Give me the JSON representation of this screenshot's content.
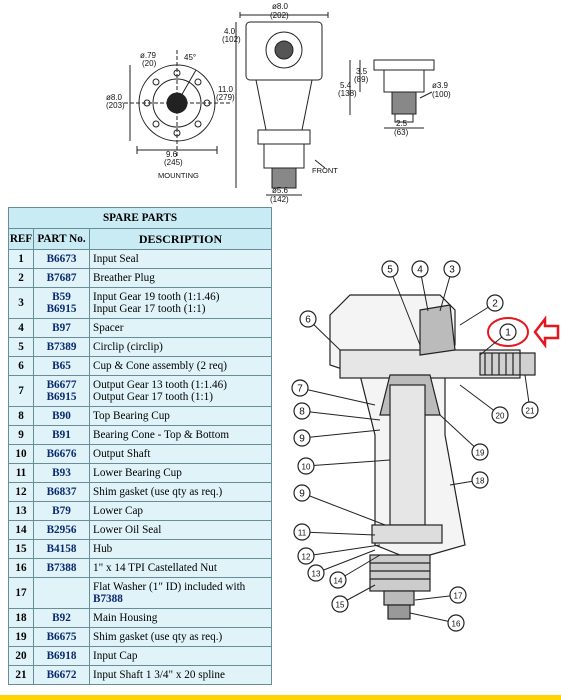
{
  "drawing_top": {
    "dims": {
      "d1": "ø8.0",
      "d1b": "(202)",
      "d2": "4.0",
      "d2b": "(102)",
      "d3": "ø.79",
      "d3b": "(20)",
      "d4": "45°",
      "d5": "ø8.0",
      "d5b": "(203)",
      "d6": "9.6",
      "d6b": "(245)",
      "d7": "11.0",
      "d7b": "(279)",
      "d8": "ø5.6",
      "d8b": "(142)",
      "d9": "3.5",
      "d9b": "(89)",
      "d10": "5.4",
      "d10b": "(138)",
      "d11": "ø3.9",
      "d11b": "(100)",
      "d12": "2.5",
      "d12b": "(63)"
    },
    "mounting_label": "MOUNTING",
    "front_label": "FRONT"
  },
  "table": {
    "title": "SPARE PARTS",
    "headers": {
      "ref": "REF",
      "part": "PART No.",
      "description": "DESCRIPTION"
    },
    "rows": [
      {
        "ref": "1",
        "part": "B6673",
        "desc": "Input Seal"
      },
      {
        "ref": "2",
        "part": "B7687",
        "desc": "Breather Plug"
      },
      {
        "ref": "3",
        "part": "B59",
        "part2": "B6915",
        "desc": "Input Gear 19 tooth (1:1.46)",
        "desc2": "Input Gear 17 tooth (1:1)"
      },
      {
        "ref": "4",
        "part": "B97",
        "desc": "Spacer"
      },
      {
        "ref": "5",
        "part": "B7389",
        "desc": "Circlip (circlip)"
      },
      {
        "ref": "6",
        "part": "B65",
        "desc": "Cup & Cone assembly (2 req)"
      },
      {
        "ref": "7",
        "part": "B6677",
        "part2": "B6915",
        "desc": "Output Gear 13 tooth (1:1.46)",
        "desc2": "Output Gear 17 tooth (1:1)"
      },
      {
        "ref": "8",
        "part": "B90",
        "desc": "Top Bearing Cup"
      },
      {
        "ref": "9",
        "part": "B91",
        "desc": "Bearing Cone - Top & Bottom"
      },
      {
        "ref": "10",
        "part": "B6676",
        "desc": "Output Shaft"
      },
      {
        "ref": "11",
        "part": "B93",
        "desc": "Lower Bearing Cup"
      },
      {
        "ref": "12",
        "part": "B6837",
        "desc": "Shim gasket (use qty as req.)"
      },
      {
        "ref": "13",
        "part": "B79",
        "desc": "Lower Cap"
      },
      {
        "ref": "14",
        "part": "B2956",
        "desc": "Lower Oil Seal"
      },
      {
        "ref": "15",
        "part": "B4158",
        "desc": "Hub"
      },
      {
        "ref": "16",
        "part": "B7388",
        "desc": "1\" x 14 TPI Castellated Nut"
      },
      {
        "ref": "17",
        "part": "",
        "desc": "Flat Washer (1\" ID) included with",
        "desc_pn": "B7388"
      },
      {
        "ref": "18",
        "part": "B92",
        "desc": "Main Housing"
      },
      {
        "ref": "19",
        "part": "B6675",
        "desc": "Shim gasket (use qty as req.)"
      },
      {
        "ref": "20",
        "part": "B6918",
        "desc": "Input Cap"
      },
      {
        "ref": "21",
        "part": "B6672",
        "desc": "Input Shaft 1 3/4\" x 20 spline"
      }
    ]
  },
  "callouts": [
    "1",
    "2",
    "3",
    "4",
    "5",
    "6",
    "7",
    "8",
    "9",
    "10",
    "9",
    "11",
    "12",
    "13",
    "14",
    "15",
    "16",
    "17",
    "18",
    "19",
    "20",
    "21"
  ],
  "accent_colors": {
    "highlight": "#e8141e",
    "table_bg": "#dff3f8",
    "table_header": "#c9ebf3",
    "part_text": "#0a2a70",
    "strip": "#ffd400"
  }
}
